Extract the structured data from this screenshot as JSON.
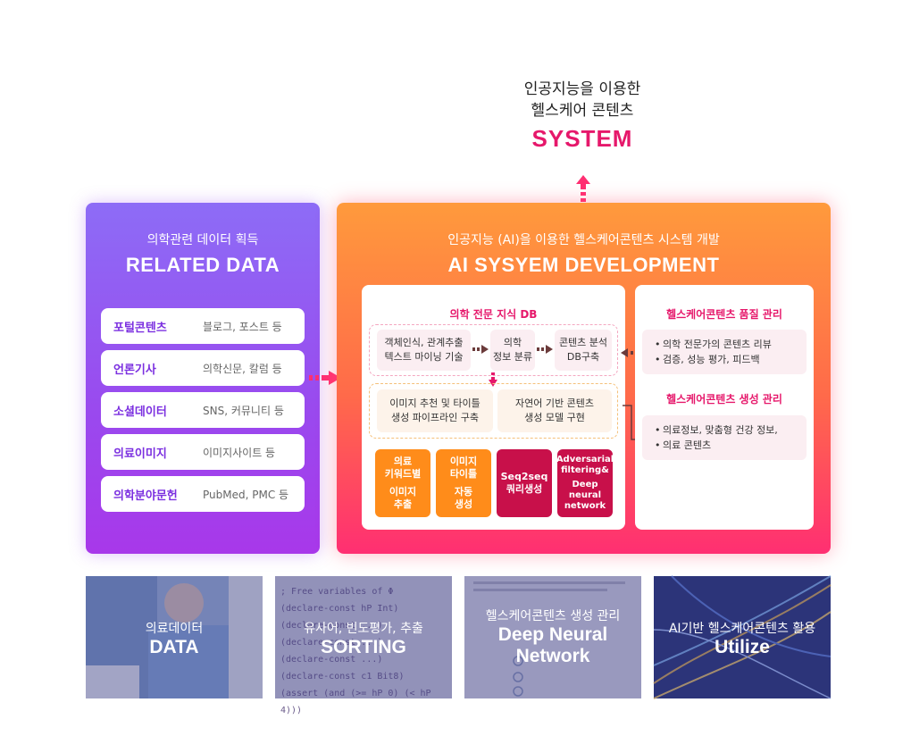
{
  "system": {
    "line1": "인공지능을 이용한",
    "line2": "헬스케어 콘텐츠",
    "title": "SYSTEM"
  },
  "left_panel": {
    "subtitle": "의학관련 데이터 획득",
    "title": "RELATED DATA",
    "items": [
      {
        "label": "포털콘텐츠",
        "desc": "블로그, 포스트 등"
      },
      {
        "label": "언론기사",
        "desc": "의학신문, 칼럼 등"
      },
      {
        "label": "소셜데이터",
        "desc": "SNS, 커뮤니티 등"
      },
      {
        "label": "의료이미지",
        "desc": "이미지사이트 등"
      },
      {
        "label": "의학분야문헌",
        "desc": "PubMed, PMC 등"
      }
    ]
  },
  "right_panel": {
    "subtitle": "인공지능 (AI)을 이용한 헬스케어콘텐츠 시스템 개발",
    "title": "AI SYSYEM DEVELOPMENT",
    "kb": {
      "title": "의학 전문 지식 DB",
      "row1": [
        {
          "l1": "객체인식, 관계추출",
          "l2": "텍스트 마이닝 기술"
        },
        {
          "l1": "의학",
          "l2": "정보 분류"
        },
        {
          "l1": "콘텐츠 분석",
          "l2": "DB구축"
        }
      ],
      "row2": [
        {
          "l1": "이미지 추천 및 타이틀",
          "l2": "생성 파이프라인 구축"
        },
        {
          "l1": "자연어 기반 콘텐츠",
          "l2": "생성 모델 구현"
        }
      ],
      "tiles": [
        {
          "a": "의료",
          "b": "키워드별",
          "c": "이미지",
          "d": "추출"
        },
        {
          "a": "이미지",
          "b": "타이틀",
          "c": "자동",
          "d": "생성"
        },
        {
          "a": "Seq2seq",
          "b": "쿼리생성",
          "c": "",
          "d": ""
        },
        {
          "a": "Adversarial",
          "b": "filtering&",
          "c": "Deep",
          "d": "neural",
          "e": "network"
        }
      ]
    },
    "quality": {
      "title": "헬스케어콘텐츠 품질 관리",
      "items": [
        "의학 전문가의 콘텐츠 리뷰",
        "검증, 성능 평가, 피드백"
      ]
    },
    "generation": {
      "title": "헬스케어콘텐츠 생성 관리",
      "items": [
        "의료정보, 맞춤형 건강 정보,",
        "의료 콘텐츠"
      ]
    }
  },
  "cards": [
    {
      "sub": "의료데이터",
      "main": "DATA"
    },
    {
      "sub": "유사어, 빈도평가, 추출",
      "main": "SORTING"
    },
    {
      "sub": "헬스케어콘텐츠 생성 관리",
      "main1": "Deep Neural",
      "main2": "Network"
    },
    {
      "sub": "AI기반 헬스케어콘텐츠 활용",
      "main": "Utilize"
    }
  ],
  "code_lines": [
    "; Free variables of Φ",
    "(declare-const hP Int)",
    "(declare-const ...)",
    "(declare-const ...)",
    "(declare-const ...)",
    "(declare-const c1 Bit8)",
    "(assert (and (>= hP 0) (< hP 4)))"
  ],
  "colors": {
    "accent_pink": "#e6186b",
    "purple": "#9a49ee",
    "orange": "#ff8c1a",
    "crimson": "#c8104a"
  }
}
